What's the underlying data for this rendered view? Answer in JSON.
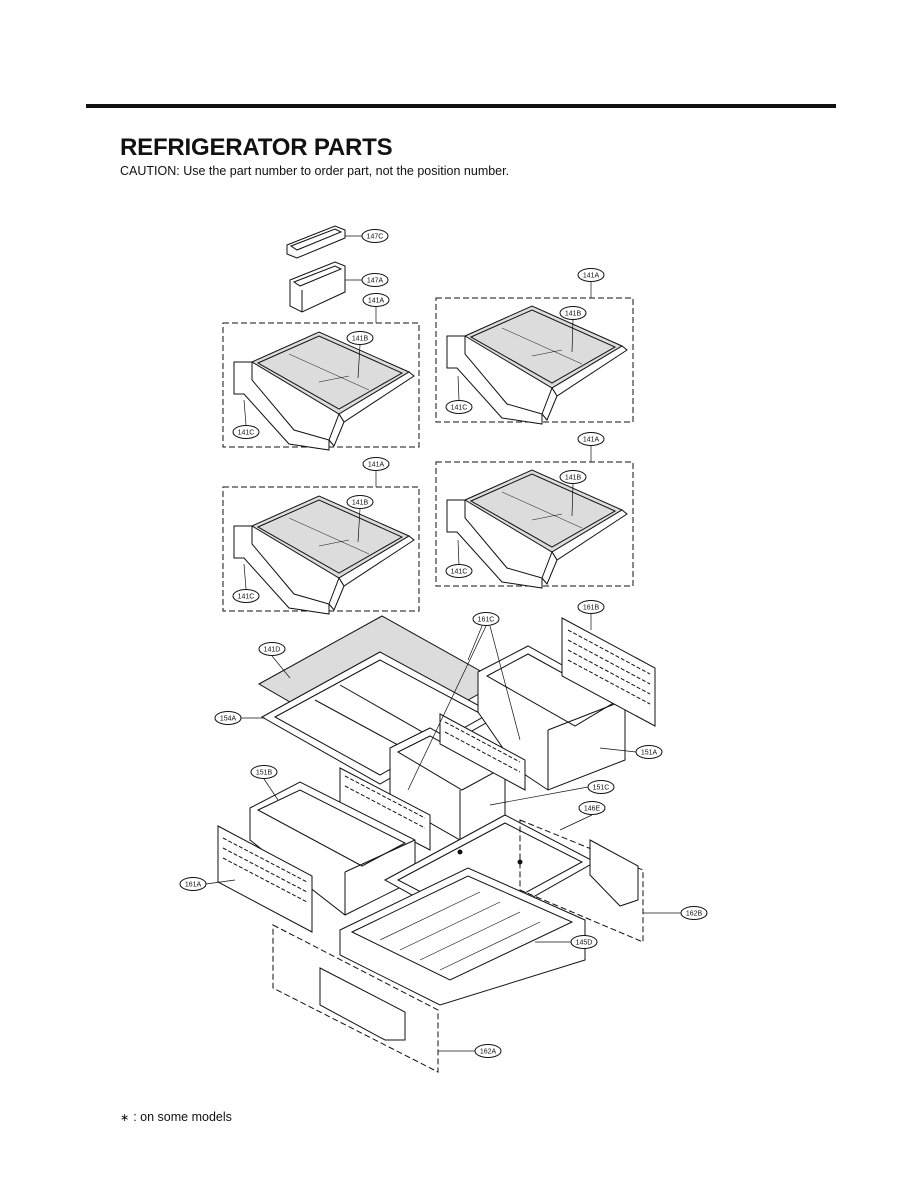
{
  "title": "REFRIGERATOR PARTS",
  "caution": "CAUTION: Use the part number to order part, not the position number.",
  "footnote": {
    "symbol": "∗",
    "text": ": on some models"
  },
  "colors": {
    "ink": "#111111",
    "shelf_glass": "#dcdcdc",
    "background": "#ffffff"
  },
  "callouts": {
    "c147C": "147C",
    "c147A": "147A",
    "c141A_1": "141A",
    "c141B_1": "141B",
    "c141C_1": "141C",
    "c141A_2": "141A",
    "c141B_2": "141B",
    "c141C_2": "141C",
    "c141A_3": "141A",
    "c141B_3": "141B",
    "c141C_3": "141C",
    "c141A_4": "141A",
    "c141B_4": "141B",
    "c141C_4": "141C",
    "c141D": "141D",
    "c154A": "154A",
    "c161C": "161C",
    "c161B": "161B",
    "c151A": "151A",
    "c151B": "151B",
    "c151C": "151C",
    "c146E": "146E",
    "c161A": "161A",
    "c162B": "162B",
    "c145D": "145D",
    "c162A": "162A"
  }
}
